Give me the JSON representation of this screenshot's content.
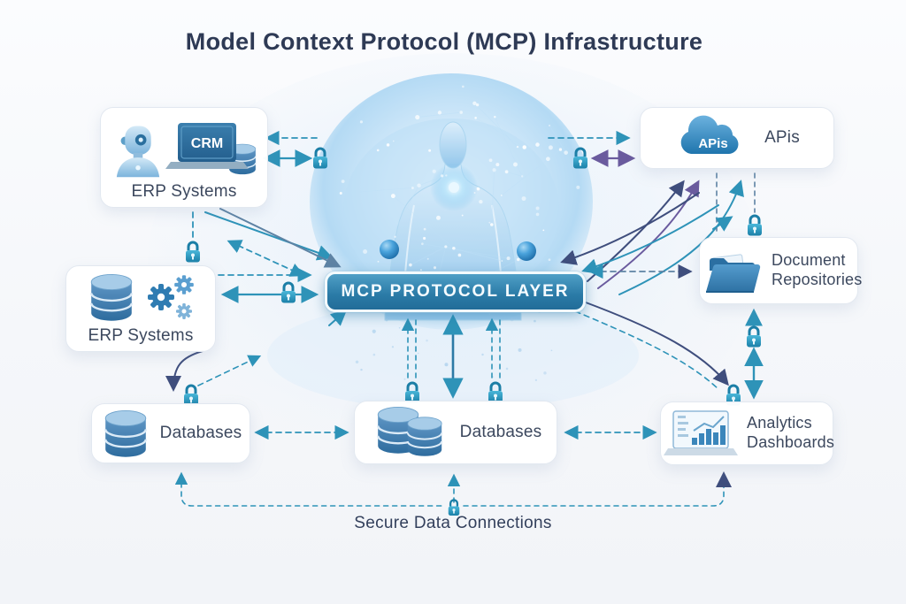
{
  "title": "Model Context Protocol (MCP) Infrastructure",
  "banner": {
    "label": "MCP PROTOCOL LAYER"
  },
  "caption": "Secure Data Connections",
  "nodes": {
    "crm": {
      "label": "ERP Systems",
      "screen_text": "CRM",
      "icon": "robot-crm-laptop-icon"
    },
    "apis": {
      "label": "APis",
      "cloud_text": "APis",
      "icon": "cloud-icon"
    },
    "erp": {
      "label": "ERP Systems",
      "icon": "database-gears-icon"
    },
    "docs": {
      "label": "Document Repositories",
      "icon": "folder-icon"
    },
    "db_left": {
      "label": "Databases",
      "icon": "database-icon"
    },
    "db_center": {
      "label": "Databases",
      "icon": "database-icon"
    },
    "analytics": {
      "label": "Analytics Dashboards",
      "icon": "analytics-laptop-icon"
    }
  },
  "colors": {
    "teal_arrow": "#2e93b8",
    "navy_arrow": "#3f4e7d",
    "purple_arrow": "#6a5b9e",
    "slate_arrow": "#5e83a4",
    "lock": "#2596bf",
    "banner_blue": "#2a7aa6",
    "title_text": "#2e3a55"
  }
}
